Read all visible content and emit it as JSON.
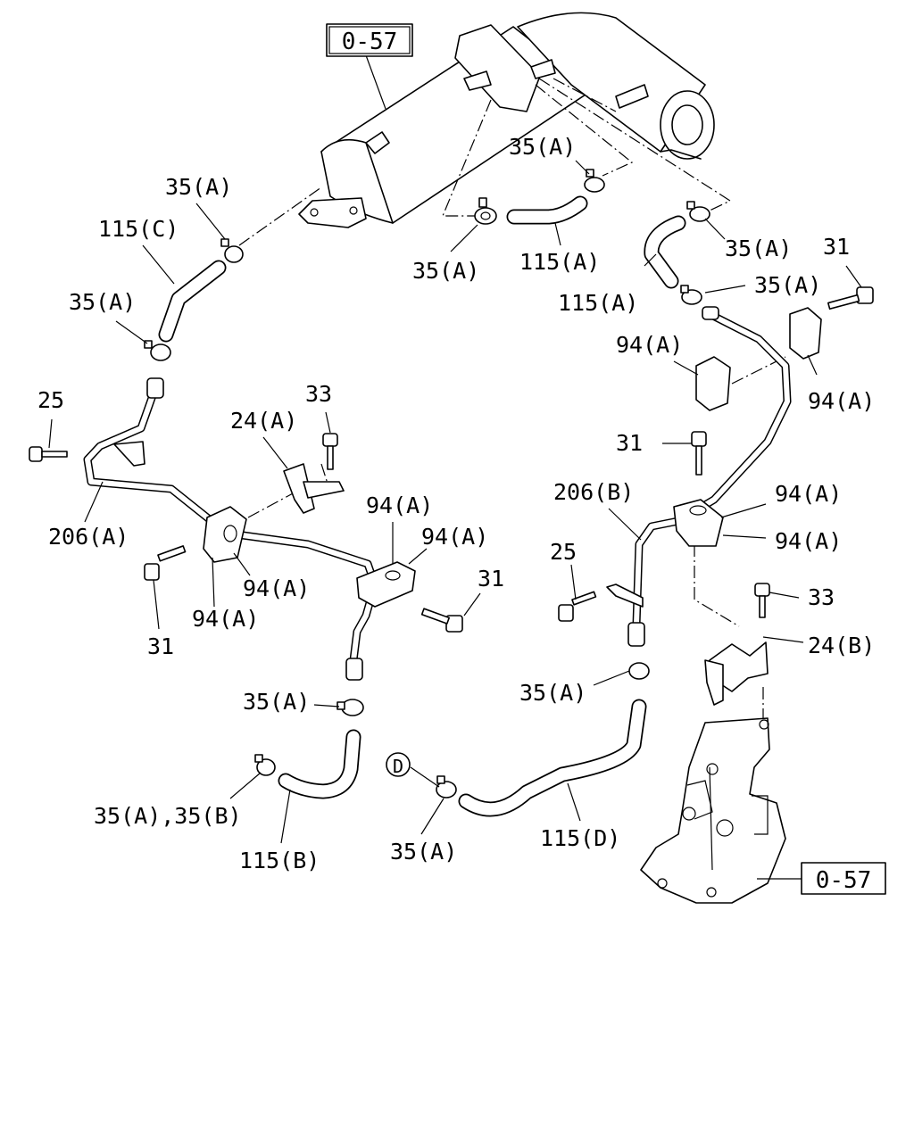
{
  "references": {
    "top": "0-57",
    "bottom": "0-57",
    "circle_d": "D"
  },
  "labels": {
    "c35_top_mid": "35(A)",
    "c35_c_top": "35(A)",
    "h115_c": "115(C)",
    "c35_c_bottom": "35(A)",
    "c35_mid_left": "35(A)",
    "h115_a_mid": "115(A)",
    "c35_right_a": "35(A)",
    "h115_a_right": "115(A)",
    "c35_right_b": "35(A)",
    "b31_top_right": "31",
    "g94_right_1": "94(A)",
    "g94_right_2": "94(A)",
    "b25_left": "25",
    "b33_left": "33",
    "br24_a": "24(A)",
    "p206_a": "206(A)",
    "g94_lm_1": "94(A)",
    "g94_lm_2": "94(A)",
    "g94_lm_3": "94(A)",
    "g94_lm_4": "94(A)",
    "b31_left": "31",
    "b31_mid": "31",
    "b31_right_mid": "31",
    "p206_b": "206(B)",
    "g94_rm_1": "94(A)",
    "g94_rm_2": "94(A)",
    "b25_right": "25",
    "b33_right": "33",
    "br24_b": "24(B)",
    "c35_lower_left": "35(A)",
    "c35_lower_right": "35(A)",
    "c35_ab": "35(A),35(B)",
    "h115_b": "115(B)",
    "c35_d": "35(A)",
    "h115_d": "115(D)"
  }
}
